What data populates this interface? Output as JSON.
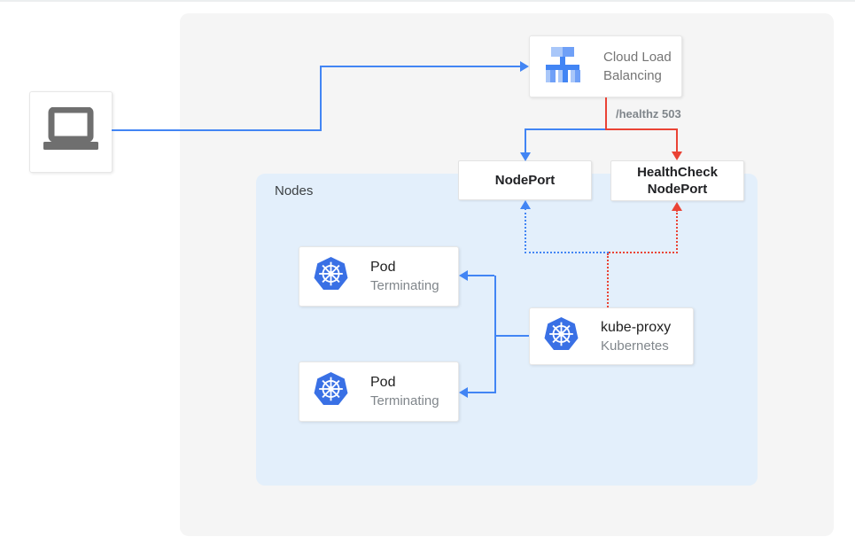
{
  "colors": {
    "flow_blue": "#4285f4",
    "flow_red": "#ea4335",
    "kubernetes_blue": "#3970e5",
    "panel_background": "#f5f5f5",
    "nodes_background": "#e3effb",
    "muted_text": "#757575",
    "bold_text": "#202124"
  },
  "diagram": {
    "client": {
      "icon": "laptop-icon"
    },
    "load_balancer": {
      "title": "Cloud Load Balancing",
      "icon": "load-balancer-icon"
    },
    "healthz_label": "/healthz 503",
    "nodeport": {
      "label": "NodePort"
    },
    "healthcheck_nodeport": {
      "label": "HealthCheck NodePort"
    },
    "nodes_group": {
      "label": "Nodes"
    },
    "pods": [
      {
        "title": "Pod",
        "status": "Terminating",
        "icon": "kubernetes-icon"
      },
      {
        "title": "Pod",
        "status": "Terminating",
        "icon": "kubernetes-icon"
      }
    ],
    "kube_proxy": {
      "title": "kube-proxy",
      "subtitle": "Kubernetes",
      "icon": "kubernetes-icon"
    }
  }
}
